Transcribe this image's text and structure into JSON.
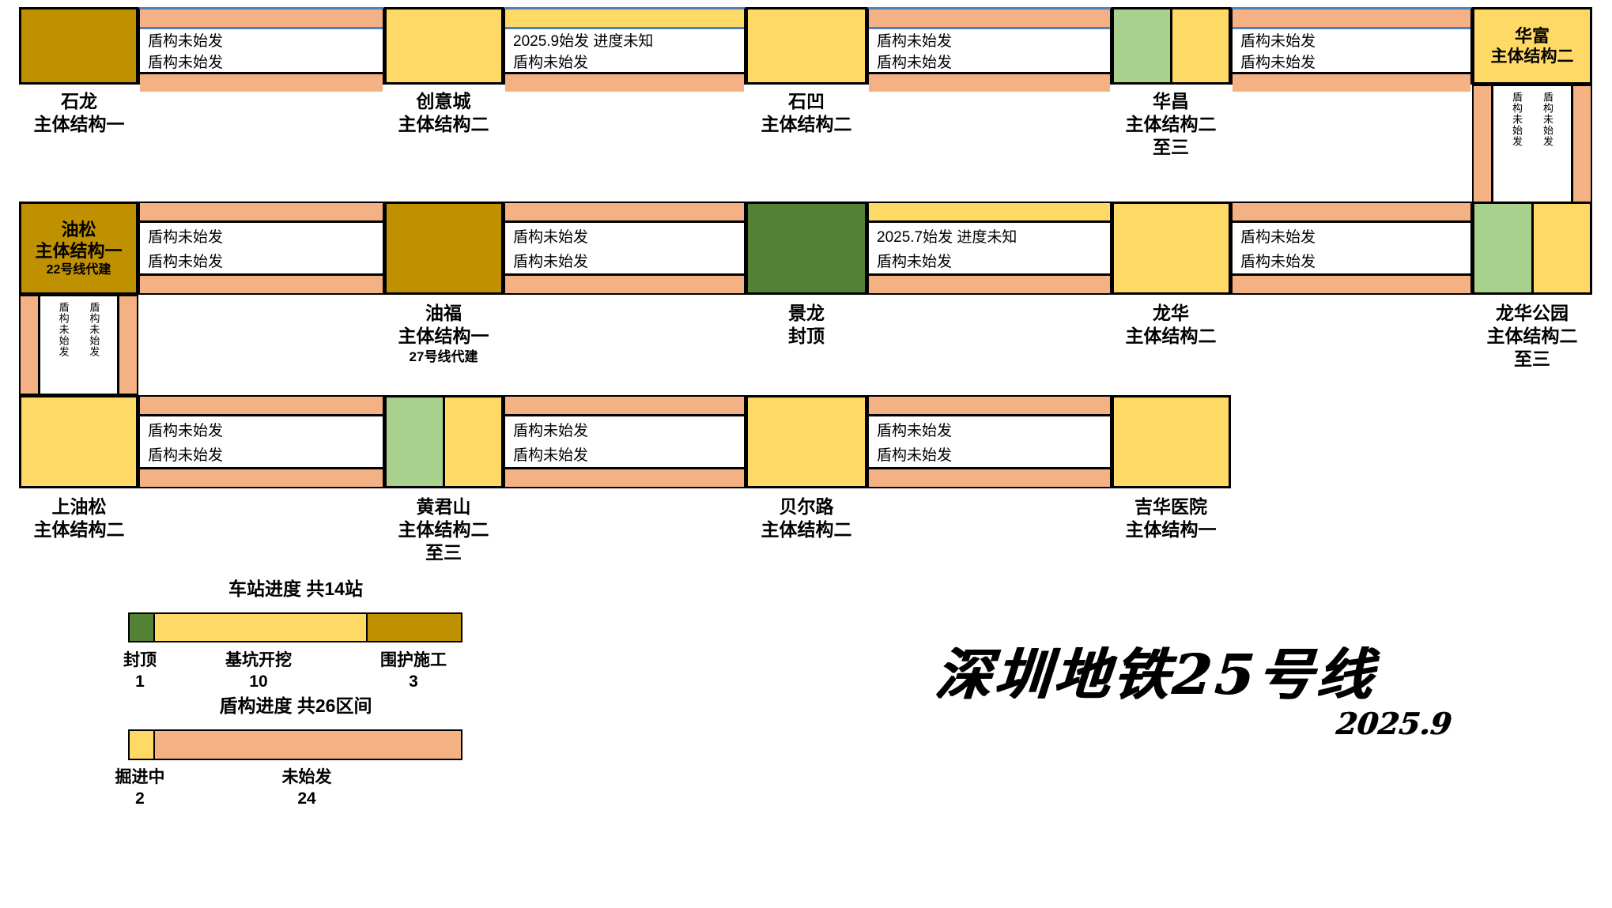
{
  "title": {
    "main": "深圳地铁25号线",
    "date": "2025.9"
  },
  "colors": {
    "station_capped": "#538135",
    "station_excavation": "#FFD966",
    "station_enclosure": "#BF9000",
    "station_stage3": "#A9D18E",
    "shield_not_started": "#F4B183",
    "shield_tunneling": "#FFD966",
    "line_accent_blue": "#4E81BD",
    "border_black": "#000000"
  },
  "stations": {
    "shilong": {
      "name": "石龙",
      "status": "主体结构一"
    },
    "chuangyicheng": {
      "name": "创意城",
      "status": "主体结构二"
    },
    "shiao": {
      "name": "石凹",
      "status": "主体结构二"
    },
    "huachang": {
      "name": "华昌",
      "status": "主体结构二",
      "status2": "至三"
    },
    "huafu": {
      "name": "华富",
      "status": "主体结构二"
    },
    "yousong": {
      "name": "油松",
      "status": "主体结构一",
      "note": "22号线代建"
    },
    "youfu": {
      "name": "油福",
      "status": "主体结构一",
      "note": "27号线代建"
    },
    "jinglong": {
      "name": "景龙",
      "status": "封顶"
    },
    "longhua": {
      "name": "龙华",
      "status": "主体结构二"
    },
    "longhuagongyuan": {
      "name": "龙华公园",
      "status": "主体结构二",
      "status2": "至三"
    },
    "shangyousong": {
      "name": "上油松",
      "status": "主体结构二"
    },
    "huangjunshan": {
      "name": "黄君山",
      "status": "主体结构二",
      "status2": "至三"
    },
    "beierlu": {
      "name": "贝尔路",
      "status": "主体结构二"
    },
    "jihuayiyuan": {
      "name": "吉华医院",
      "status": "主体结构一"
    }
  },
  "tunnels": {
    "r1t1": {
      "line1": "盾构未始发",
      "line2": "盾构未始发"
    },
    "r1t2": {
      "line1": "2025.9始发 进度未知",
      "line2": "盾构未始发"
    },
    "r1t3": {
      "line1": "盾构未始发",
      "line2": "盾构未始发"
    },
    "r1t4": {
      "line1": "盾构未始发",
      "line2": "盾构未始发"
    },
    "vright": {
      "line1": "盾构未始发",
      "line2": "盾构未始发"
    },
    "r2t1": {
      "line1": "盾构未始发",
      "line2": "盾构未始发"
    },
    "r2t2": {
      "line1": "盾构未始发",
      "line2": "盾构未始发"
    },
    "r2t3": {
      "line1": "2025.7始发 进度未知",
      "line2": "盾构未始发"
    },
    "r2t4": {
      "line1": "盾构未始发",
      "line2": "盾构未始发"
    },
    "vleft": {
      "line1": "盾构未始发",
      "line2": "盾构未始发"
    },
    "r3t1": {
      "line1": "盾构未始发",
      "line2": "盾构未始发"
    },
    "r3t2": {
      "line1": "盾构未始发",
      "line2": "盾构未始发"
    },
    "r3t3": {
      "line1": "盾构未始发",
      "line2": "盾构未始发"
    }
  },
  "legend_station": {
    "title": "车站进度 共14站",
    "items": [
      {
        "label": "封顶",
        "count": "1"
      },
      {
        "label": "基坑开挖",
        "count": "10"
      },
      {
        "label": "围护施工",
        "count": "3"
      }
    ]
  },
  "legend_shield": {
    "title": "盾构进度 共26区间",
    "items": [
      {
        "label": "掘进中",
        "count": "2"
      },
      {
        "label": "未始发",
        "count": "24"
      }
    ]
  }
}
